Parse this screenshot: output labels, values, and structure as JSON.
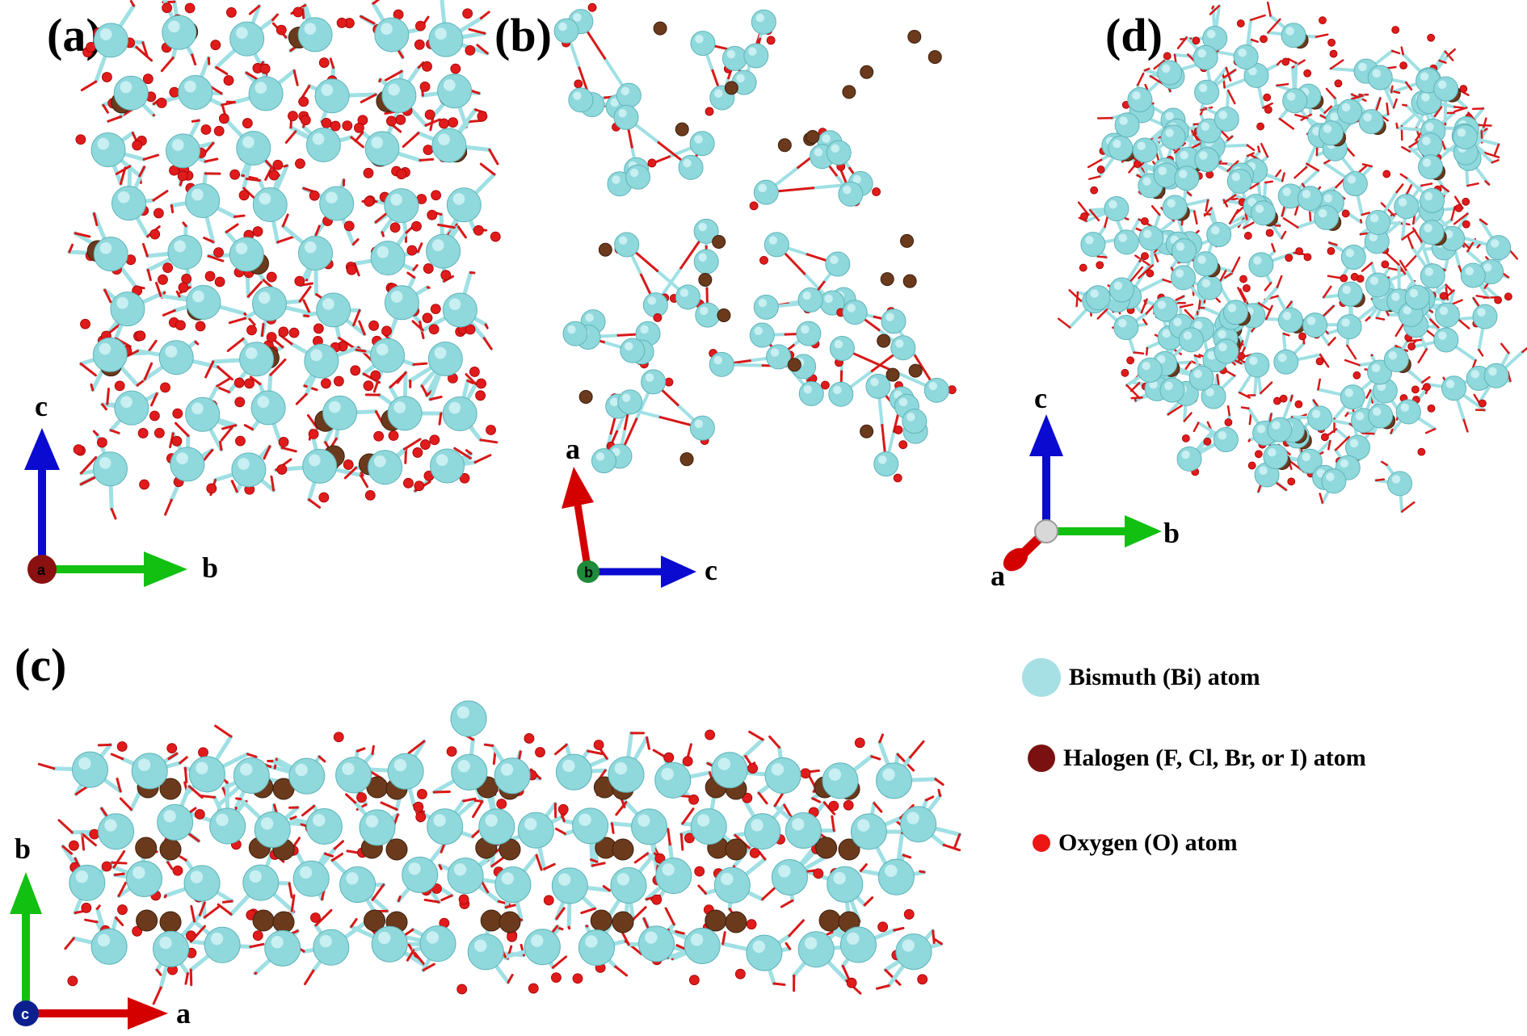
{
  "panels": {
    "a": {
      "label": "(a)",
      "axes": {
        "horizontal": "b",
        "vertical": "c",
        "origin": "a"
      }
    },
    "b": {
      "label": "(b)",
      "axes": {
        "horizontal": "c",
        "vertical": "a",
        "origin": "b"
      }
    },
    "c": {
      "label": "(c)",
      "axes": {
        "horizontal": "a",
        "vertical": "b",
        "origin": "c"
      }
    },
    "d": {
      "label": "(d)",
      "axes": {
        "horizontal": "b",
        "vertical": "c",
        "diagonal": "a"
      }
    }
  },
  "legend": {
    "bismuth": "Bismuth (Bi) atom",
    "halogen": "Halogen (F, Cl, Br, or I) atom",
    "oxygen": "Oxygen (O) atom"
  },
  "colors": {
    "bismuth": "#8fd8dc",
    "bismuth_stroke": "#5fb5ba",
    "halogen_legend": "#7a1010",
    "halogen_atom": "#6b3a1c",
    "oxygen": "#e01b1b",
    "bond_bi": "#9fe0e4",
    "bond_o": "#d81818",
    "axis_red": "#d40000",
    "axis_green": "#12c012",
    "axis_blue": "#0a0ad0",
    "origin_a": "#8b1010",
    "origin_b": "#1f8a3a",
    "origin_c": "#0b1f8f"
  }
}
